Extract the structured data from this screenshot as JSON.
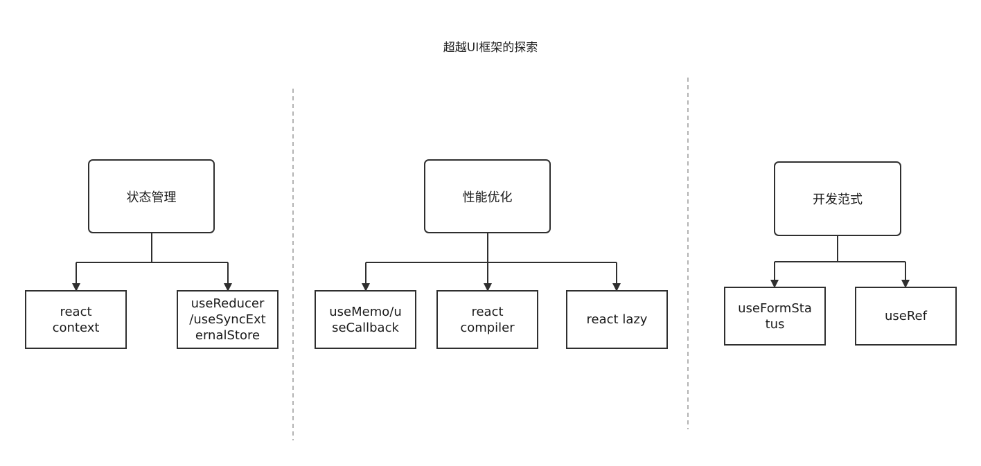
{
  "title": "超越UI框架的探索",
  "sections": [
    {
      "root": "状态管理",
      "children": [
        "react\ncontext",
        "useReducer\n/useSyncExt\nernalStore"
      ]
    },
    {
      "root": "性能优化",
      "children": [
        "useMemo/u\nseCallback",
        "react\ncompiler",
        "react lazy"
      ]
    },
    {
      "root": "开发范式",
      "children": [
        "useFormSta\ntus",
        "useRef"
      ]
    }
  ],
  "colors": {
    "stroke": "#2f2f2f",
    "divider": "#9a9a9a",
    "background": "#ffffff"
  }
}
